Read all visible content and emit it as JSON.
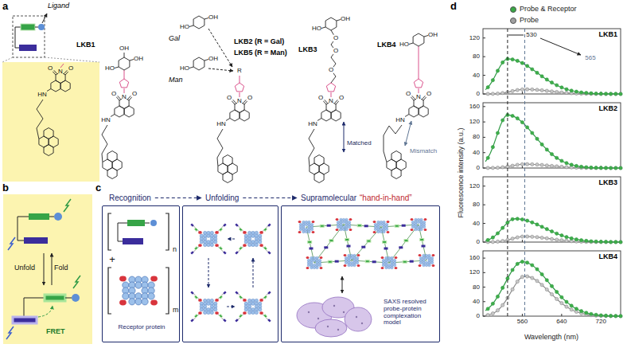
{
  "diagram": {
    "nodes": [
      {
        "text": [
          "O",
          "N",
          "O",
          "HN"
        ]
      },
      {
        "text": [
          "Unfold",
          "Fold",
          "FRET"
        ]
      },
      {
        "text": [
          "Recognition",
          "n",
          "+",
          "m",
          "Receptor protein"
        ]
      },
      {
        "text": [
          "Unfolding"
        ]
      },
      {
        "text": [
          "Supramolecular",
          "“hand-in-hand”",
          "SAXS resolved probe-protein complexation model"
        ]
      }
    ],
    "edges": [
      {
        "from": 2,
        "to": 3,
        "arrow": "to"
      },
      {
        "from": 3,
        "to": 4,
        "arrow": "to"
      }
    ],
    "labels": [
      "a",
      "Ligand",
      "LKB1",
      "Gal",
      "Man",
      "LKB2 (R = Gal)",
      "LKB5 (R = Man)",
      "LKB3",
      "LKB4",
      "Matched",
      "Mismatch",
      "O",
      "N",
      "O",
      "HN",
      "HO",
      "OH",
      "OH",
      "O",
      "N",
      "O",
      "HN",
      "R",
      "HO",
      "OH",
      "HO",
      "OH",
      "O",
      "N",
      "O",
      "HN",
      "O",
      "O",
      "O",
      "HO",
      "OH",
      "O",
      "N",
      "O",
      "HN",
      "HO",
      "OH",
      "b",
      "c",
      "d",
      "Fluorescence intensity (a.u.)",
      "LKB1",
      "LKB2",
      "LKB3",
      "LKB4",
      "530",
      "565",
      "0",
      "40",
      "80",
      "120",
      "0",
      "40",
      "80",
      "120",
      "160",
      "0",
      "40",
      "80",
      "120",
      "0",
      "40",
      "80",
      "120",
      "160",
      "560",
      "640",
      "720",
      "Wavelength (nm)"
    ],
    "legend": [
      {
        "text": "Probe & Receptor",
        "color": "#3aa845"
      },
      {
        "text": "Probe",
        "color": "#a0a0a0"
      }
    ]
  }
}
